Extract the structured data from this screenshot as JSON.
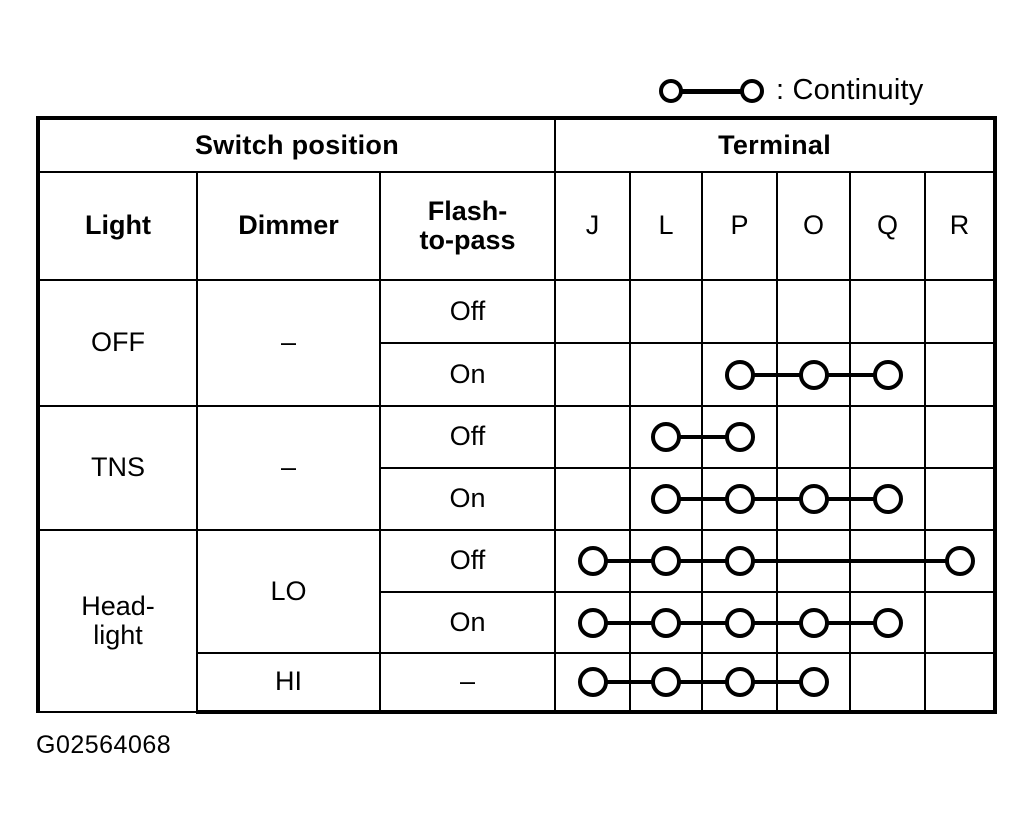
{
  "legend": {
    "symbol_icon": "continuity-symbol",
    "text": ": Continuity"
  },
  "table": {
    "group_headers": [
      {
        "label": "Switch position",
        "span": 3
      },
      {
        "label": "Terminal",
        "span": 6
      }
    ],
    "column_headers": [
      "Light",
      "Dimmer",
      "Flash-to-pass",
      "J",
      "L",
      "P",
      "O",
      "Q",
      "R"
    ],
    "column_headers_detail": {
      "light": "Light",
      "dimmer": "Dimmer",
      "flash_to_pass_line1": "Flash-",
      "flash_to_pass_line2": "to-pass"
    },
    "terminals": [
      "J",
      "L",
      "P",
      "O",
      "Q",
      "R"
    ],
    "rows": [
      {
        "light": "OFF",
        "light_span": 2,
        "dimmer": "–",
        "dimmer_span": 2,
        "flash": "Off",
        "continuity": []
      },
      {
        "light": "",
        "light_span": 0,
        "dimmer": "",
        "dimmer_span": 0,
        "flash": "On",
        "continuity": [
          "P",
          "O",
          "Q"
        ]
      },
      {
        "light": "TNS",
        "light_span": 2,
        "dimmer": "–",
        "dimmer_span": 2,
        "flash": "Off",
        "continuity": [
          "L",
          "P"
        ]
      },
      {
        "light": "",
        "light_span": 0,
        "dimmer": "",
        "dimmer_span": 0,
        "flash": "On",
        "continuity": [
          "L",
          "P",
          "O",
          "Q"
        ]
      },
      {
        "light": "Head-light",
        "light_line1": "Head-",
        "light_line2": "light",
        "light_span": 3,
        "dimmer": "LO",
        "dimmer_span": 2,
        "flash": "Off",
        "continuity": [
          "J",
          "L",
          "P",
          "R"
        ],
        "continuity_note": "P connects through O and Q columns to R"
      },
      {
        "light": "",
        "light_span": 0,
        "dimmer": "",
        "dimmer_span": 0,
        "flash": "On",
        "continuity": [
          "J",
          "L",
          "P",
          "O",
          "Q"
        ]
      },
      {
        "light": "",
        "light_span": 0,
        "dimmer": "HI",
        "dimmer_span": 1,
        "flash": "–",
        "continuity": [
          "J",
          "L",
          "P",
          "O"
        ]
      }
    ]
  },
  "caption": "G02564068",
  "colors": {
    "ink": "#000000",
    "background": "#ffffff"
  }
}
